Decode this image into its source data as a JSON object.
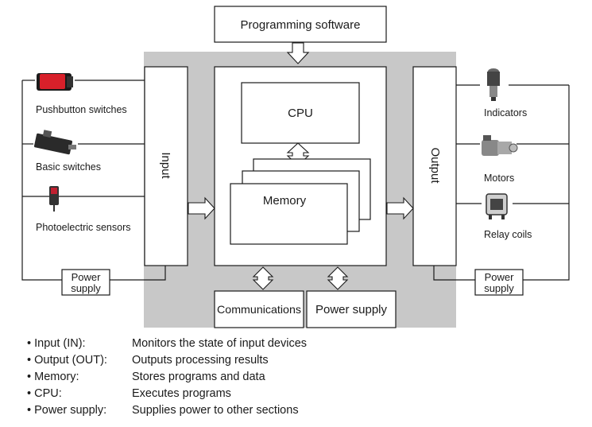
{
  "top_box": {
    "label": "Programming software"
  },
  "input_block": {
    "label": "Input"
  },
  "output_block": {
    "label": "Output"
  },
  "cpu_block": {
    "label": "CPU"
  },
  "memory_block": {
    "label": "Memory"
  },
  "communications_block": {
    "label": "Communications"
  },
  "power_supply_block": {
    "label": "Power supply"
  },
  "input_devices": [
    {
      "label": "Pushbutton switches"
    },
    {
      "label": "Basic switches"
    },
    {
      "label": "Photoelectric sensors"
    }
  ],
  "output_devices": [
    {
      "label": "Indicators"
    },
    {
      "label": "Motors"
    },
    {
      "label": "Relay coils"
    }
  ],
  "input_power": {
    "line1": "Power",
    "line2": "supply"
  },
  "output_power": {
    "line1": "Power",
    "line2": "supply"
  },
  "legend": [
    {
      "term": "Input (IN):",
      "desc": "Monitors the state of input devices"
    },
    {
      "term": "Output (OUT):",
      "desc": "Outputs processing results"
    },
    {
      "term": "Memory:",
      "desc": "Stores programs and data"
    },
    {
      "term": "CPU:",
      "desc": "Executes programs"
    },
    {
      "term": "Power supply:",
      "desc": "Supplies power to other sections"
    }
  ]
}
